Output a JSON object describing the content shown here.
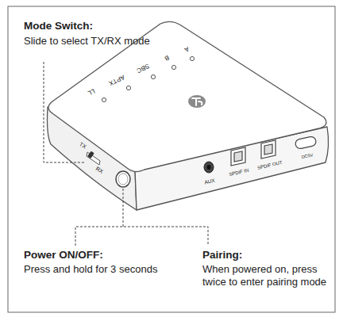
{
  "diagram": {
    "labels": [
      "Mode Switch:",
      "Slide to select TX/RX mode",
      "LL",
      "APTX",
      "SBC",
      "B",
      "A",
      "TX",
      "RX",
      "AUX",
      "SPDIF IN",
      "SPDIF OUT",
      "DC5V",
      "Power ON/OFF:",
      "Press and hold for 3 seconds",
      "Pairing:",
      "When powered on, press twice to enter pairing mode"
    ]
  }
}
